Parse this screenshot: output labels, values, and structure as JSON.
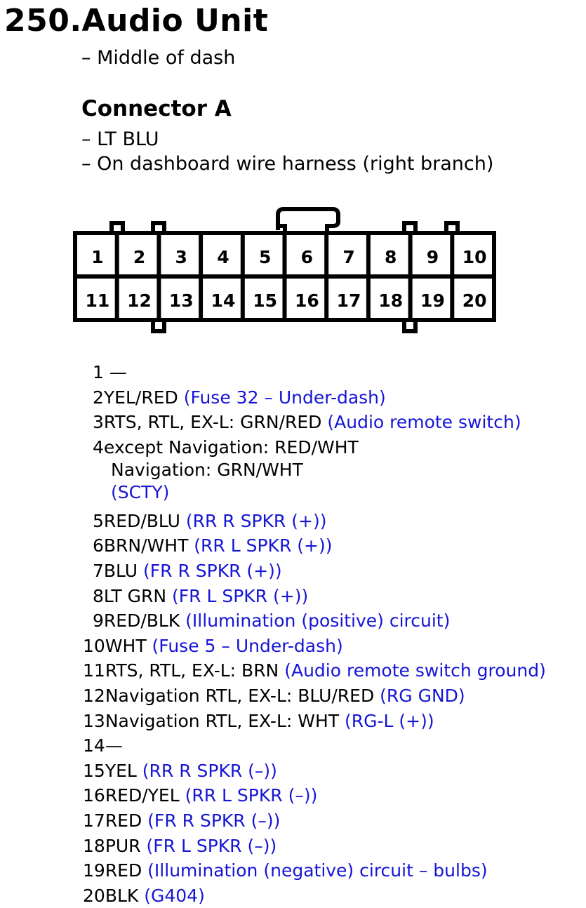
{
  "header": {
    "title": "250.Audio Unit",
    "location": "– Middle of dash"
  },
  "connector": {
    "heading": "Connector A",
    "color": "– LT BLU",
    "harness": "– On dashboard wire harness (right branch)",
    "top_pins": [
      "1",
      "2",
      "3",
      "4",
      "5",
      "6",
      "7",
      "8",
      "9",
      "10"
    ],
    "bottom_pins": [
      "11",
      "12",
      "13",
      "14",
      "15",
      "16",
      "17",
      "18",
      "19",
      "20"
    ]
  },
  "pins": [
    {
      "num": "1",
      "wire": "—",
      "note": ""
    },
    {
      "num": "2",
      "wire": "YEL/RED",
      "note": "(Fuse 32 – Under-dash)"
    },
    {
      "num": "3",
      "wire": "RTS, RTL, EX-L: GRN/RED",
      "note": "(Audio remote switch)"
    },
    {
      "num": "4",
      "wire": "except Navigation: RED/WHT",
      "wire2": "Navigation: GRN/WHT",
      "note": "(SCTY)"
    },
    {
      "num": "5",
      "wire": "RED/BLU",
      "note": "(RR R SPKR (+))"
    },
    {
      "num": "6",
      "wire": "BRN/WHT",
      "note": "(RR L SPKR (+))"
    },
    {
      "num": "7",
      "wire": "BLU",
      "note": "(FR R SPKR (+))"
    },
    {
      "num": "8",
      "wire": "LT GRN",
      "note": "(FR L SPKR (+))"
    },
    {
      "num": "9",
      "wire": "RED/BLK",
      "note": "(Illumination (positive) circuit)"
    },
    {
      "num": "10",
      "wire": "WHT",
      "note": "(Fuse 5 – Under-dash)"
    },
    {
      "num": "11",
      "wire": "RTS, RTL, EX-L: BRN",
      "note": "(Audio remote switch ground)"
    },
    {
      "num": "12",
      "wire": "Navigation RTL, EX-L: BLU/RED",
      "note": "(RG GND)"
    },
    {
      "num": "13",
      "wire": "Navigation RTL, EX-L: WHT",
      "note": "(RG-L (+))"
    },
    {
      "num": "14",
      "wire": "—",
      "note": ""
    },
    {
      "num": "15",
      "wire": "YEL",
      "note": "(RR R SPKR (–))"
    },
    {
      "num": "16",
      "wire": "RED/YEL",
      "note": "(RR L SPKR (–))"
    },
    {
      "num": "17",
      "wire": "RED",
      "note": "(FR R SPKR (–))"
    },
    {
      "num": "18",
      "wire": "PUR",
      "note": "(FR L SPKR (–))"
    },
    {
      "num": "19",
      "wire": "RED",
      "note": "(Illumination (negative) circuit – bulbs)"
    },
    {
      "num": "20",
      "wire": "BLK",
      "note": "(G404)"
    }
  ]
}
